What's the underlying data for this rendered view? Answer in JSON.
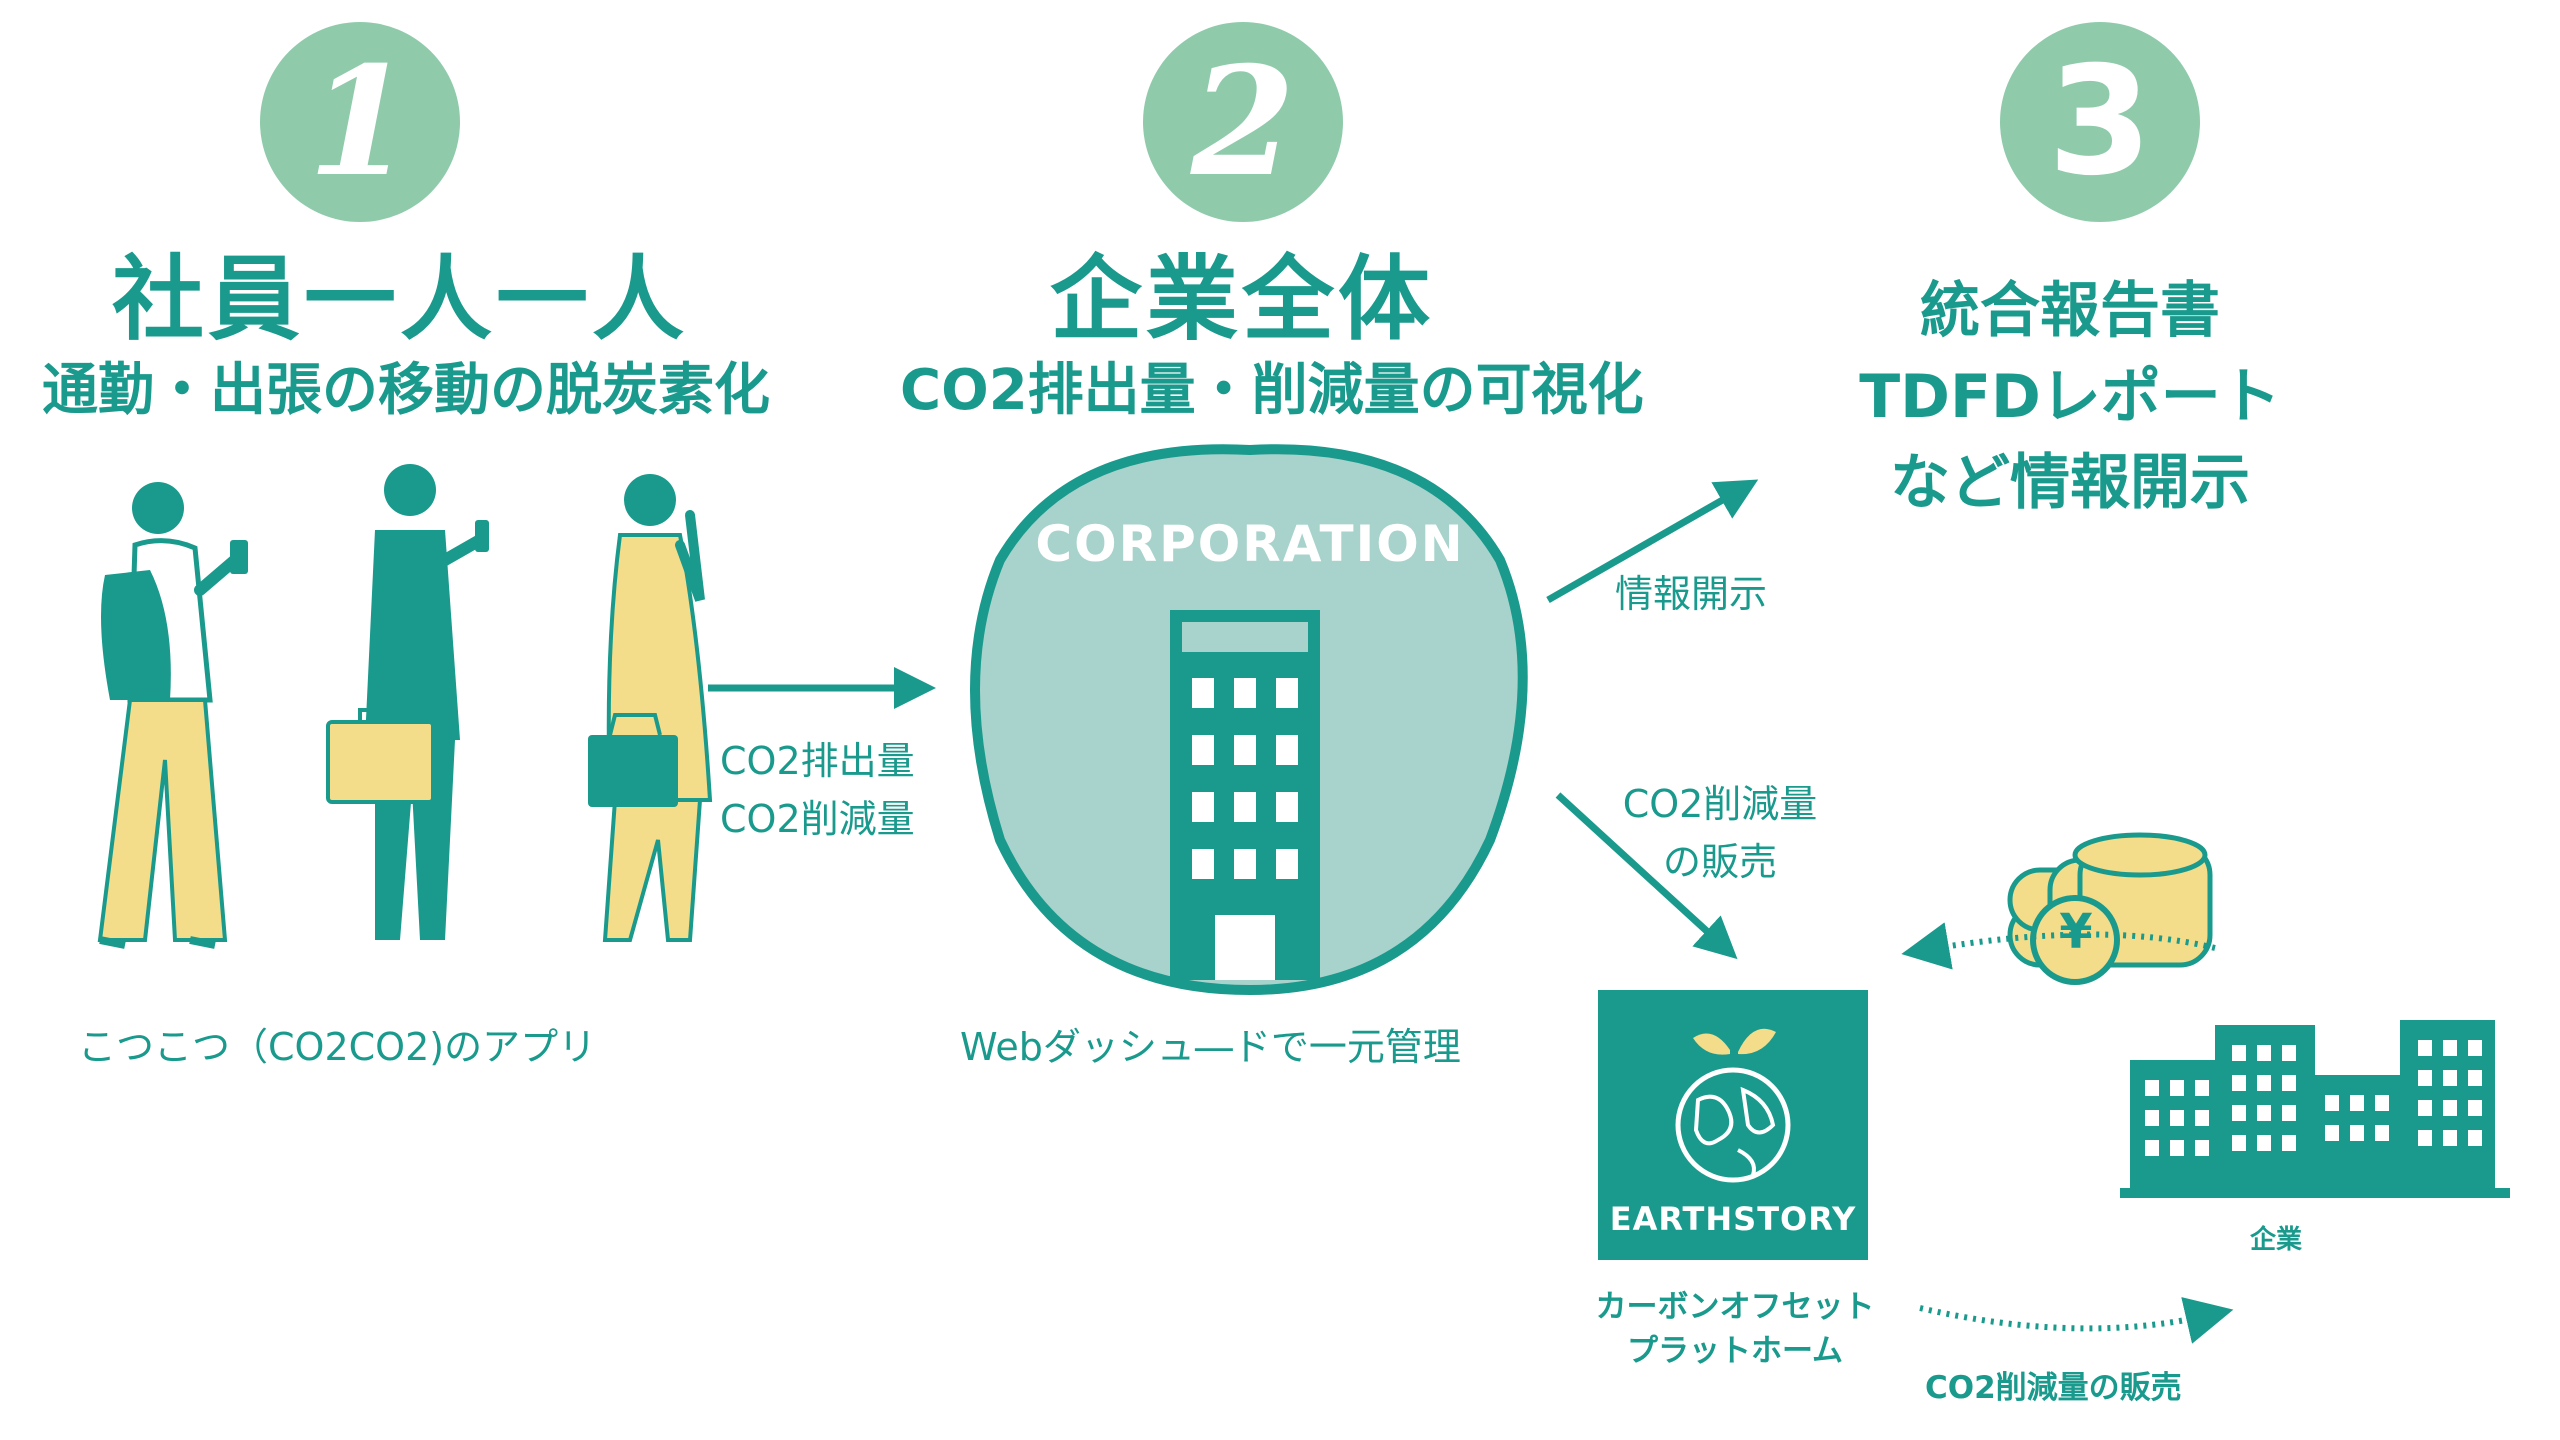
{
  "steps": [
    {
      "number": "1",
      "title": "社員一人一人",
      "subtitle": "通勤・出張の移動の脱炭素化"
    },
    {
      "number": "2",
      "title": "企業全体",
      "subtitle": "CO2排出量・削減量の可視化"
    },
    {
      "number": "3",
      "report_lines": [
        "統合報告書",
        "TDFDレポート",
        "など情報開示"
      ]
    }
  ],
  "flows": {
    "emissions_line1": "CO2排出量",
    "emissions_line2": "CO2削減量",
    "disclosure": "情報開示",
    "sale_line1": "CO2削減量",
    "sale_line2": "の販売"
  },
  "captions": {
    "app": "こつこつ（CO2CO2)のアプリ",
    "dashboard": "Webダッシュ―ドで一元管理",
    "platform_line1": "カーボンオフセット",
    "platform_line2": "プラットホーム",
    "company": "企業",
    "bottom_sale": "CO2削減量の販売"
  },
  "corporation_label": "CORPORATION",
  "earthstory_label": "EARTHSTORY",
  "coin_symbol": "¥",
  "colors": {
    "teal": "#1a9a8d",
    "mint": "#8fcbab",
    "light_teal": "#a8d3cc",
    "yellow": "#f3dc8a"
  }
}
